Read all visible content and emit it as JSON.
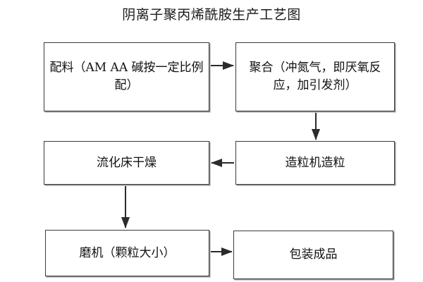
{
  "title": "阴离子聚丙烯酰胺生产工艺图",
  "diagram": {
    "type": "flowchart",
    "background_color": "#ffffff",
    "box_border_color": "#3a3a3a",
    "text_color": "#111111",
    "nodes": [
      {
        "id": "prep",
        "label": "配料（AM AA 碱按一定比例配）"
      },
      {
        "id": "poly",
        "label": "聚合（冲氮气，即厌氧反应，加引发剂）"
      },
      {
        "id": "dry",
        "label": "流化床干燥"
      },
      {
        "id": "gran",
        "label": "造粒机造粒"
      },
      {
        "id": "mill",
        "label": "磨机（颗粒大小）"
      },
      {
        "id": "pack",
        "label": "包装成品"
      }
    ],
    "edges": [
      {
        "from": "prep",
        "to": "poly",
        "direction": "right"
      },
      {
        "from": "poly",
        "to": "gran",
        "direction": "down"
      },
      {
        "from": "gran",
        "to": "dry",
        "direction": "left"
      },
      {
        "from": "dry",
        "to": "mill",
        "direction": "down"
      },
      {
        "from": "mill",
        "to": "pack",
        "direction": "right"
      }
    ]
  }
}
